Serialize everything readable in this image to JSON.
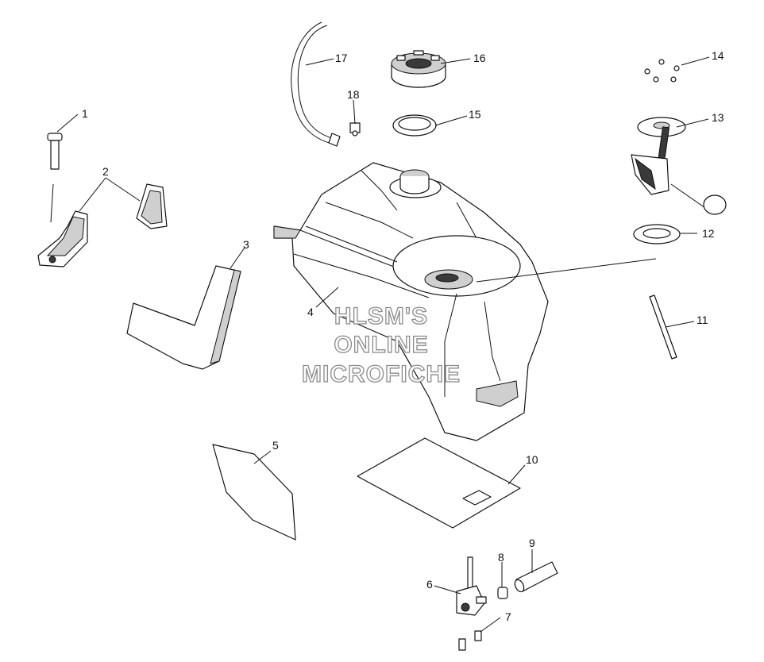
{
  "watermark": {
    "line1": "HLSM'S",
    "line2": "ONLINE",
    "line3": "MICROFICHE"
  },
  "callouts": [
    "1",
    "2",
    "3",
    "4",
    "5",
    "6",
    "7",
    "8",
    "9",
    "10",
    "11",
    "12",
    "13",
    "14",
    "15",
    "16",
    "17",
    "18"
  ]
}
